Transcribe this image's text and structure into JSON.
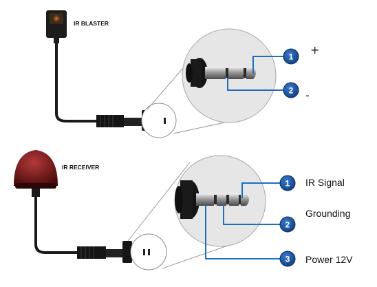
{
  "blaster": {
    "title": "IR BLASTER",
    "pins": [
      {
        "number": "1",
        "sign": "+"
      },
      {
        "number": "2",
        "sign": "-"
      }
    ]
  },
  "receiver": {
    "title": "IR RECEIVER",
    "pins": [
      {
        "number": "1",
        "label": "IR Signal"
      },
      {
        "number": "2",
        "label": "Grounding"
      },
      {
        "number": "3",
        "label": "Power 12V"
      }
    ]
  },
  "colors": {
    "badge": "#1d5aa3",
    "wire_guide": "#1e6fc0",
    "receiver_dome": "#7a1212",
    "cable": "#1a1a1a"
  }
}
